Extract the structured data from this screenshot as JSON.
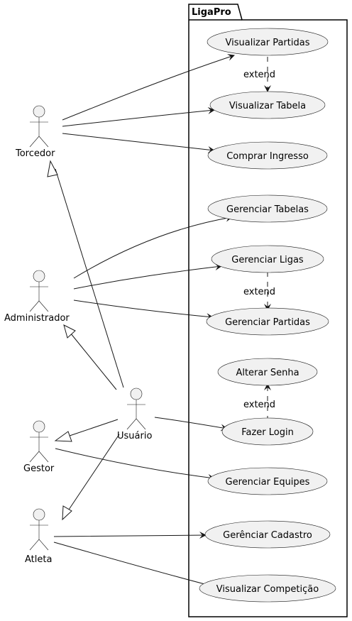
{
  "package": {
    "name": "LigaPro"
  },
  "actors": {
    "torcedor": "Torcedor",
    "administrador": "Administrador",
    "gestor": "Gestor",
    "atleta": "Atleta",
    "usuario": "Usuário"
  },
  "use_cases": {
    "visualizar_partidas": "Visualizar Partidas",
    "visualizar_tabela": "Visualizar Tabela",
    "comprar_ingresso": "Comprar Ingresso",
    "gerenciar_tabelas": "Gerenciar Tabelas",
    "gerenciar_ligas": "Gerenciar Ligas",
    "gerenciar_partidas": "Gerenciar Partidas",
    "alterar_senha": "Alterar Senha",
    "fazer_login": "Fazer Login",
    "gerenciar_equipes": "Gerenciar Equipes",
    "gerenciar_cadastro": "Gerênciar Cadastro",
    "visualizar_competicao": "Visualizar Competição"
  },
  "relations": {
    "extend_label": "extend"
  }
}
